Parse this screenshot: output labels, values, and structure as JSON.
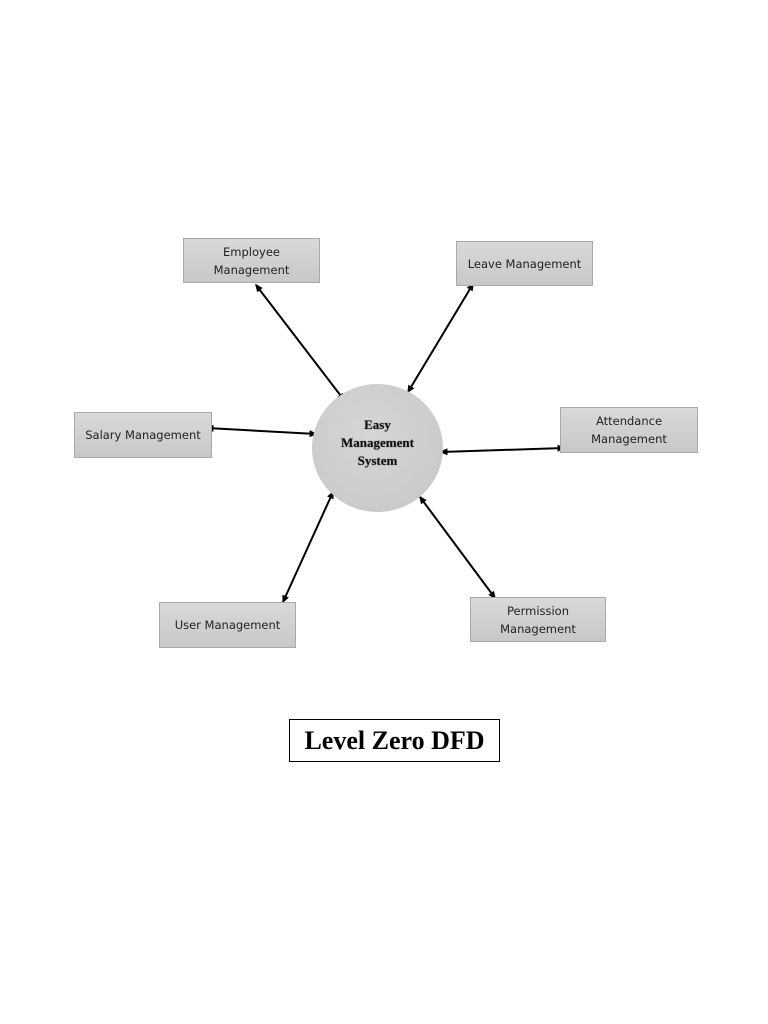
{
  "diagram": {
    "title": "Level Zero DFD",
    "center_process": {
      "label": "Easy Management System"
    },
    "entities": [
      {
        "id": "employee",
        "label": "Employee Management"
      },
      {
        "id": "leave",
        "label": "Leave Management"
      },
      {
        "id": "salary",
        "label": "Salary Management"
      },
      {
        "id": "attendance",
        "label": "Attendance Management"
      },
      {
        "id": "user",
        "label": "User Management"
      },
      {
        "id": "permission",
        "label": "Permission Management"
      }
    ],
    "flows": [
      {
        "from": "employee",
        "to": "center",
        "direction": "bidirectional"
      },
      {
        "from": "leave",
        "to": "center",
        "direction": "bidirectional"
      },
      {
        "from": "salary",
        "to": "center",
        "direction": "bidirectional"
      },
      {
        "from": "attendance",
        "to": "center",
        "direction": "bidirectional"
      },
      {
        "from": "user",
        "to": "center",
        "direction": "bidirectional"
      },
      {
        "from": "permission",
        "to": "center",
        "direction": "bidirectional"
      }
    ],
    "colors": {
      "box_fill": "#d0d0d0",
      "box_border": "#a9a9a9",
      "circle_fill": "#cbcbcb",
      "arrow": "#000000"
    }
  }
}
